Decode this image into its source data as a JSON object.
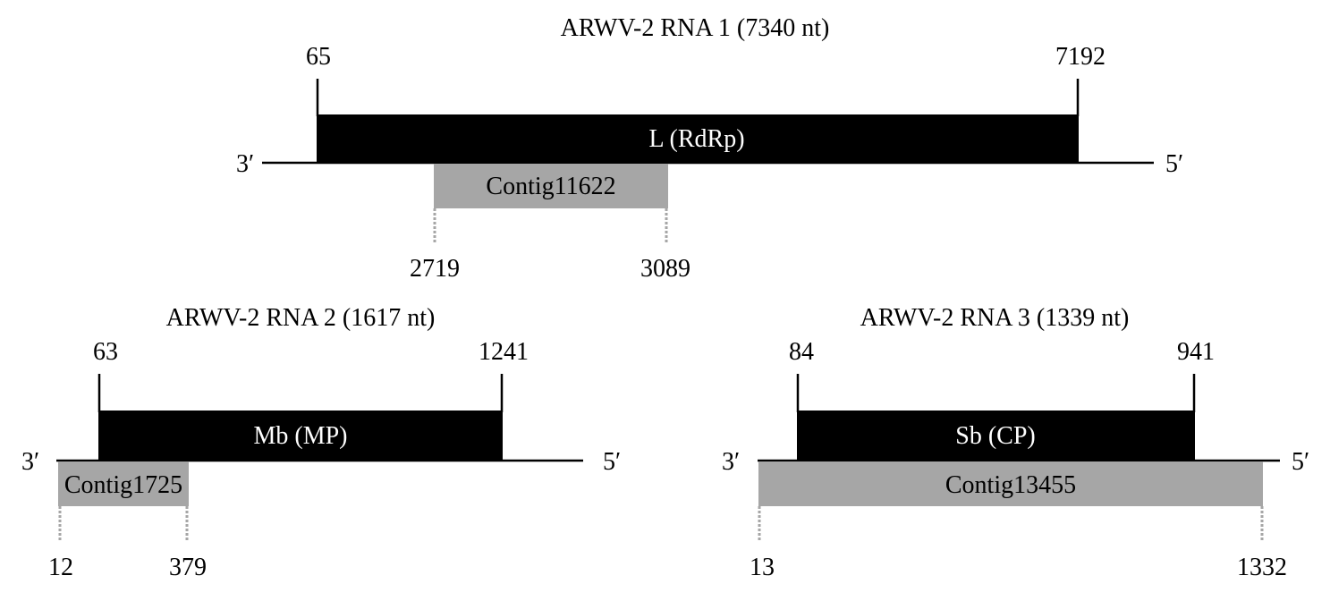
{
  "colors": {
    "orf": "#000000",
    "contig": "#a6a6a6",
    "contig_tick": "#a6a6a6",
    "line": "#000000",
    "orf_text": "#ffffff",
    "contig_text": "#000000"
  },
  "segments": [
    {
      "title": "ARWV-2 RNA 1 (7340 nt)",
      "end_left": "3′",
      "end_right": "5′",
      "orf": {
        "label": "L (RdRp)",
        "start": "65",
        "end": "7192"
      },
      "contig": {
        "label": "Contig11622",
        "start": "2719",
        "end": "3089"
      }
    },
    {
      "title": "ARWV-2 RNA 2 (1617 nt)",
      "end_left": "3′",
      "end_right": "5′",
      "orf": {
        "label": "Mb (MP)",
        "start": "63",
        "end": "1241"
      },
      "contig": {
        "label": "Contig1725",
        "start": "12",
        "end": "379"
      }
    },
    {
      "title": "ARWV-2 RNA 3 (1339 nt)",
      "end_left": "3′",
      "end_right": "5′",
      "orf": {
        "label": "Sb (CP)",
        "start": "84",
        "end": "941"
      },
      "contig": {
        "label": "Contig13455",
        "start": "13",
        "end": "1332"
      }
    }
  ]
}
